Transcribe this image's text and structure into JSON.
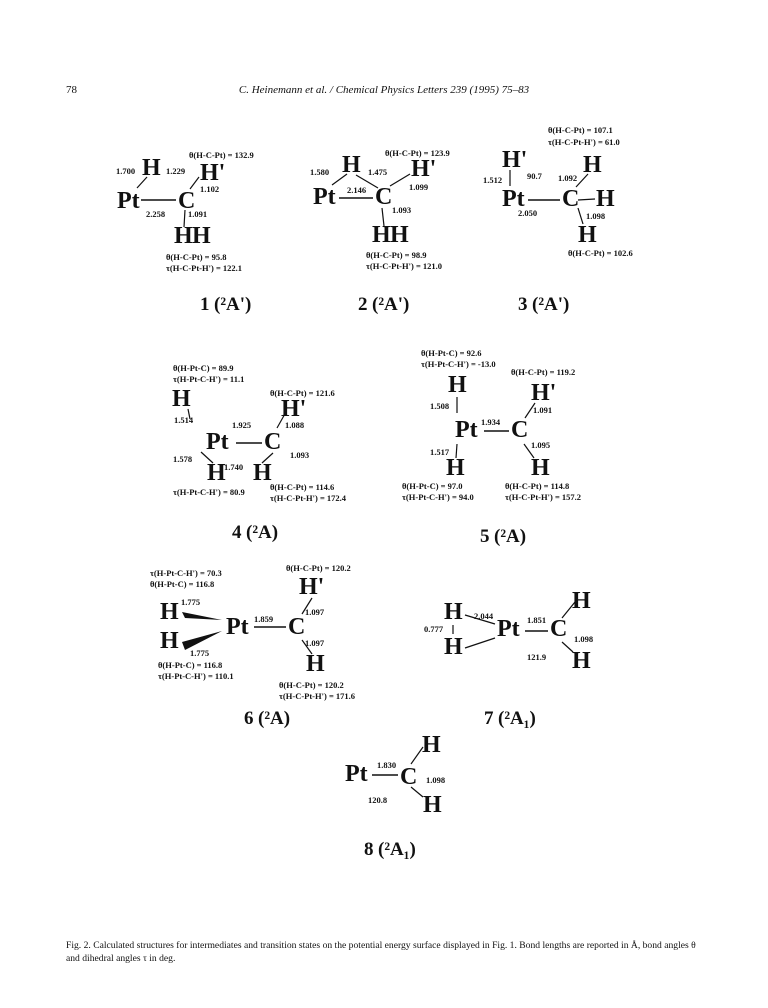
{
  "header": {
    "page_number": "78",
    "running_title": "C. Heinemann et al. / Chemical Physics Letters 239 (1995) 75–83"
  },
  "atoms": {
    "pt": "Pt",
    "c": "C",
    "h": "H",
    "hp": "H'"
  },
  "structures": [
    {
      "label_num": "1",
      "label_state": "(²A')",
      "values": {
        "theta_hcpt_top": "θ(H-C-Pt) = 132.9",
        "b_h_top": "1.700",
        "b_ch_top": "1.229",
        "b_chp": "1.102",
        "b_ptc": "2.258",
        "b_ch_low": "1.091",
        "theta_hcpt_bot": "θ(H-C-Pt) = 95.8",
        "tau": "τ(H-C-Pt-H') = 122.1"
      }
    },
    {
      "label_num": "2",
      "label_state": "(²A')",
      "values": {
        "theta_top": "θ(H-C-Pt) = 123.9",
        "b_pth": "1.580",
        "b_ch_top": "1.475",
        "b_chp": "1.099",
        "b_ptc": "2.146",
        "b_ch_low": "1.093",
        "theta_bot": "θ(H-C-Pt) = 98.9",
        "tau": "τ(H-C-Pt-H') = 121.0"
      }
    },
    {
      "label_num": "3",
      "label_state": "(²A')",
      "values": {
        "theta_top": "θ(H-C-Pt) = 107.1",
        "tau_top": "τ(H-C-Pt-H') = 61.0",
        "b_pthp": "1.512",
        "angle": "90.7",
        "b_ch": "1.092",
        "b_ptc": "2.050",
        "b_ch_low": "1.098",
        "theta_right": "θ(H-C-Pt) = 102.6"
      }
    },
    {
      "label_num": "4",
      "label_state": "(²A)",
      "values": {
        "theta_hptc": "θ(H-Pt-C) = 89.9",
        "tau_top": "τ(H-Pt-C-H') = 11.1",
        "theta_hcpt": "θ(H-C-Pt) = 121.6",
        "b_pth_top": "1.514",
        "b_ptc": "1.925",
        "b_chp": "1.088",
        "b_pth_low": "1.578",
        "b_hh": "1.740",
        "b_ch_low": "1.093",
        "tau_left": "τ(H-Pt-C-H') = 80.9",
        "theta_bot": "θ(H-C-Pt) = 114.6",
        "tau_bot": "τ(H-C-Pt-H') = 172.4"
      }
    },
    {
      "label_num": "5",
      "label_state": "(²A)",
      "values": {
        "theta_hptc": "θ(H-Pt-C) = 92.6",
        "tau_top": "τ(H-Pt-C-H') = -13.0",
        "theta_hcpt": "θ(H-C-Pt) = 119.2",
        "b_pth_top": "1.508",
        "b_ptc": "1.934",
        "b_chp": "1.091",
        "b_pth_low": "1.517",
        "b_ch_low": "1.095",
        "theta_bot_l": "θ(H-Pt-C) = 97.0",
        "tau_bot_l": "τ(H-Pt-C-H') = 94.0",
        "theta_bot_r": "θ(H-C-Pt) = 114.8",
        "tau_bot_r": "τ(H-C-Pt-H') = 157.2"
      }
    },
    {
      "label_num": "6",
      "label_state": "(²A)",
      "values": {
        "tau_top": "τ(H-Pt-C-H') = 70.3",
        "theta_top": "θ(H-Pt-C) = 116.8",
        "theta_hcpt_top": "θ(H-C-Pt) = 120.2",
        "b_pth_top": "1.775",
        "b_ptc": "1.859",
        "b_chp": "1.097",
        "b_pth_low": "1.775",
        "b_ch_low": "1.097",
        "theta_bot": "θ(H-Pt-C) = 116.8",
        "tau_bot": "τ(H-Pt-C-H') = 110.1",
        "theta_hcpt_bot": "θ(H-C-Pt) = 120.2",
        "tau_bot_r": "τ(H-C-Pt-H') = 171.6"
      }
    },
    {
      "label_num": "7",
      "label_state": "(²A₁)",
      "values": {
        "b_hh_pt": "2.044",
        "b_hh": "0.777",
        "b_ptc": "1.851",
        "b_ch": "1.098",
        "angle": "121.9"
      }
    },
    {
      "label_num": "8",
      "label_state": "(²A₁)",
      "values": {
        "b_ptc": "1.830",
        "b_ch": "1.098",
        "angle": "120.8"
      }
    }
  ],
  "caption": "Fig. 2. Calculated structures for intermediates and transition states on the potential energy surface displayed in Fig. 1. Bond lengths are reported in Å, bond angles θ and dihedral angles τ in deg."
}
